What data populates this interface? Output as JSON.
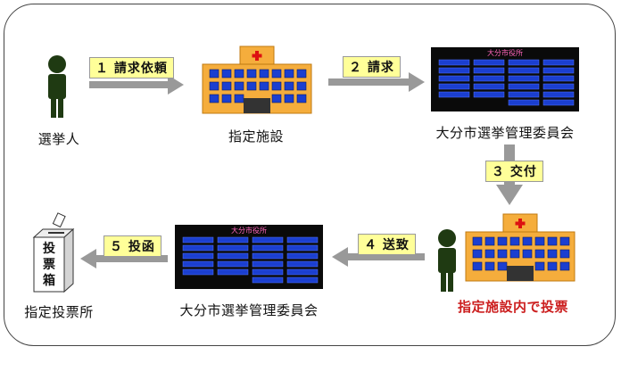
{
  "nodes": {
    "voter": "選挙人",
    "designated_facility": "指定施設",
    "committee_top": "大分市選挙管理委員会",
    "vote_in_facility": "指定施設内で投票",
    "committee_bottom": "大分市選挙管理委員会",
    "polling_place": "指定投票所"
  },
  "steps": {
    "s1": "１ 請求依頼",
    "s2": "２ 請求",
    "s3": "３ 交付",
    "s4": "４ 送致",
    "s5": "５ 投函"
  },
  "signs": {
    "city_hall_sign": "大分市役所"
  },
  "ballot_box": {
    "chars": [
      "投",
      "票",
      "箱"
    ]
  },
  "colors": {
    "accent_red": "#cc1f1f",
    "tag_yellow": "#ffff99",
    "arrow_gray": "#999999",
    "person_green": "#1f3a12",
    "hospital_orange": "#f5ad3c",
    "window_blue": "#1b3fd0",
    "city_hall_black": "#0a0a0a"
  }
}
